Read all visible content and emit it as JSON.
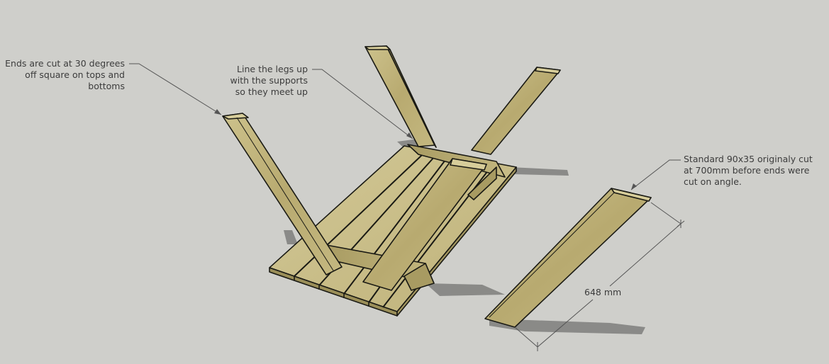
{
  "diagram": {
    "subject": "Picnic table model (upside down) with separate leg board",
    "colors": {
      "background": "#cfcfcb",
      "wood_light": "#c9bd86",
      "wood_mid": "#b3a56c",
      "wood_dark": "#958a55",
      "edge": "#1a1a14",
      "shadow": "#7d7d7b",
      "leader": "#555555",
      "text": "#3c3c3c"
    }
  },
  "annotations": {
    "ends_cut": "Ends are cut at 30 degrees\noff square on tops and\nbottoms",
    "line_legs": "Line the legs up\nwith the supports\nso they meet up",
    "standard_board": "Standard 90x35 originaly cut\nat 700mm before ends were\ncut on angle."
  },
  "dimension": {
    "value": 648,
    "unit": "mm",
    "label": "648 mm"
  }
}
